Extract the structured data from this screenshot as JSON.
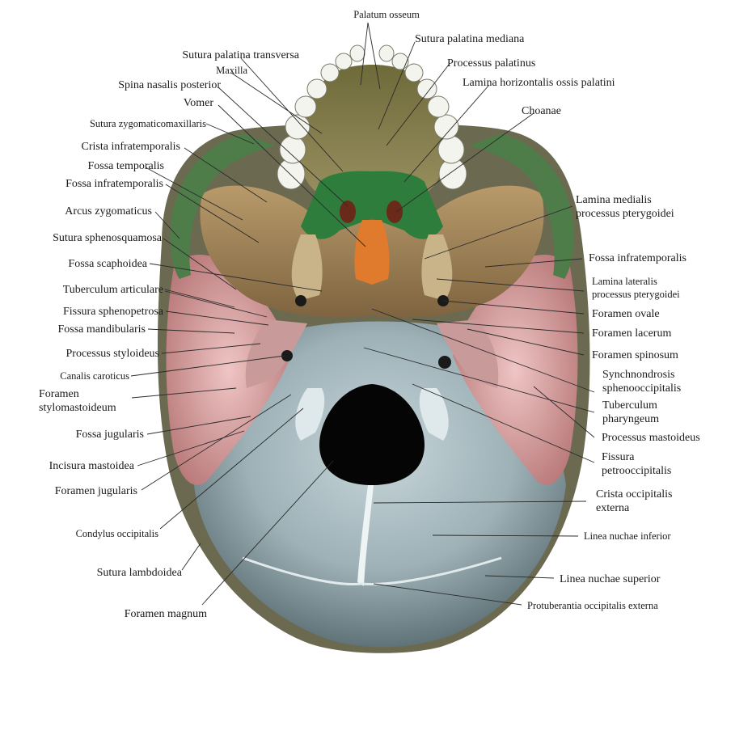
{
  "labels": {
    "palatum_osseum": "Palatum osseum",
    "sutura_palatina_mediana": "Sutura palatina mediana",
    "sutura_palatina_transversa": "Sutura palatina transversa",
    "processus_palatinus": "Processus palatinus",
    "maxilla": "Maxilla",
    "lamina_horizontalis": "Lamina horizontalis  ossis palatini",
    "spina_nasalis_posterior": "Spina nasalis posterior",
    "vomer": "Vomer",
    "choanae": "Choanae",
    "sutura_zygomaticomaxillaris": "Sutura zygomaticomaxillaris",
    "crista_infratemporalis": "Crista infratemporalis",
    "fossa_temporalis": "Fossa temporalis",
    "fossa_infratemporalis_left": "Fossa infratemporalis",
    "lamina_medialis_1": "Lamina medialis",
    "lamina_medialis_2": "processus pterygoidei",
    "arcus_zygomaticus": "Arcus zygomaticus",
    "sutura_sphenosquamosa": "Sutura sphenosquamosa",
    "fossa_infratemporalis_right": "Fossa  infratemporalis",
    "fossa_scaphoidea": "Fossa scaphoidea",
    "lamina_lateralis_1": "Lamina lateralis",
    "lamina_lateralis_2": "processus pterygoidei",
    "tuberculum_articulare": "Tuberculum articulare",
    "foramen_ovale": "Foramen ovale",
    "fissura_sphenopetrosa": "Fissura sphenopetrosa",
    "fossa_mandibularis": "Fossa mandibularis",
    "foramen_lacerum": "Foramen lacerum",
    "processus_styloideus": "Processus styloideus",
    "foramen_spinosum": "Foramen spinosum",
    "canalis_caroticus": "Canalis caroticus",
    "synchondrosis_1": "Synchnondrosis",
    "synchondrosis_2": "sphenooccipitalis",
    "foramen_stylomastoideum_1": "Foramen",
    "foramen_stylomastoideum_2": "stylomastoideum",
    "tuberculum_pharyngeum_1": "Tuberculum",
    "tuberculum_pharyngeum_2": "pharyngeum",
    "fossa_jugularis": "Fossa jugularis",
    "processus_mastoideus": "Processus mastoideus",
    "incisura_mastoidea": "Incisura mastoidea",
    "fissura_petrooccipitalis_1": "Fissura",
    "fissura_petrooccipitalis_2": "petrooccipitalis",
    "foramen_jugularis": "Foramen jugularis",
    "crista_occipitalis_1": "Crista occipitalis",
    "crista_occipitalis_2": "externa",
    "condylus_occipitalis": "Condylus occipitalis",
    "linea_nuchae_inferior": "Linea nuchae inferior",
    "sutura_lambdoidea": "Sutura lambdoidea",
    "linea_nuchae_superior": "Linea nuchae superior",
    "protuberantia": "Protuberantia occipitalis externa",
    "foramen_magnum": "Foramen magnum"
  },
  "colors": {
    "occipital": "#8fa4aa",
    "temporal": "#d7a4a4",
    "sphenoid": "#a48c62",
    "palatine": "#2e7d3c",
    "vomer": "#e07a2c",
    "maxilla": "#8a8a5a",
    "zygomatic": "#4e7d4a"
  }
}
